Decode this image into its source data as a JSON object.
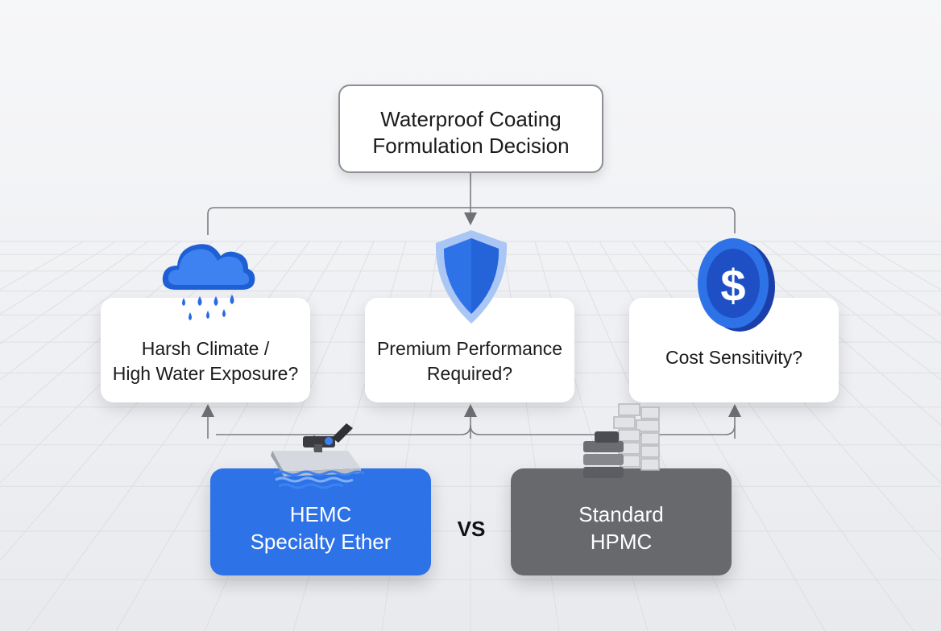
{
  "root": {
    "line1": "Waterproof Coating",
    "line2": "Formulation Decision"
  },
  "questions": [
    {
      "line1": "Harsh Climate /",
      "line2": "High Water Exposure?",
      "icon": "rain-cloud-icon"
    },
    {
      "line1": "Premium Performance",
      "line2": "Required?",
      "icon": "shield-icon"
    },
    {
      "line1": "Cost Sensitivity?",
      "icon": "dollar-coin-icon"
    }
  ],
  "options": [
    {
      "line1": "HEMC",
      "line2": "Specialty Ether",
      "icon": "trowel-icon",
      "color": "#2e72e8"
    },
    {
      "line1": "Standard",
      "line2": "HPMC",
      "icon": "brick-wall-icon",
      "color": "#68696d"
    }
  ],
  "versus": "VS"
}
